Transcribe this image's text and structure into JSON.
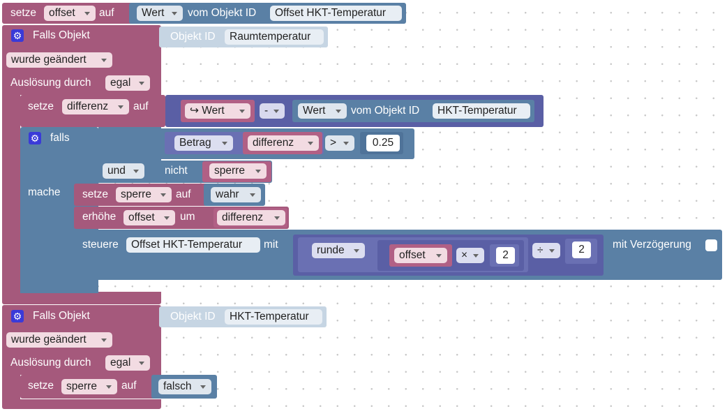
{
  "block1": {
    "setze": "setze",
    "var": "offset",
    "auf": "auf",
    "wert": "Wert",
    "vom_objekt": "vom Objekt ID",
    "object": "Offset HKT-Temperatur"
  },
  "trigger1": {
    "title": "Falls Objekt",
    "objekt_id": "Objekt ID",
    "object": "Raumtemperatur",
    "changed": "wurde geändert",
    "ausloesung": "Auslösung durch",
    "egal": "egal"
  },
  "set_diff": {
    "setze": "setze",
    "var": "differenz",
    "auf": "auf",
    "wert_ret": "↪ Wert",
    "minus": "-",
    "wert2": "Wert",
    "vom_objekt": "vom Objekt ID",
    "object": "HKT-Temperatur"
  },
  "if_block": {
    "falls": "falls",
    "und": "und",
    "betrag": "Betrag",
    "var": "differenz",
    "gt": ">",
    "number": "0.25",
    "nicht": "nicht",
    "sperre": "sperre",
    "mache": "mache"
  },
  "do_block": {
    "setze": "setze",
    "sperre": "sperre",
    "auf": "auf",
    "wahr": "wahr",
    "erhoehe": "erhöhe",
    "offset": "offset",
    "um": "um",
    "differenz": "differenz",
    "steuere": "steuere",
    "object": "Offset HKT-Temperatur",
    "mit": "mit",
    "runde": "runde",
    "offset2": "offset",
    "times": "×",
    "n2": "2",
    "div": "÷",
    "n2b": "2",
    "delay": "mit Verzögerung"
  },
  "trigger2": {
    "title": "Falls Objekt",
    "objekt_id": "Objekt ID",
    "object": "HKT-Temperatur",
    "changed": "wurde geändert",
    "ausloesung": "Auslösung durch",
    "egal": "egal",
    "setze": "setze",
    "var": "sperre",
    "auf": "auf",
    "falsch": "falsch"
  }
}
